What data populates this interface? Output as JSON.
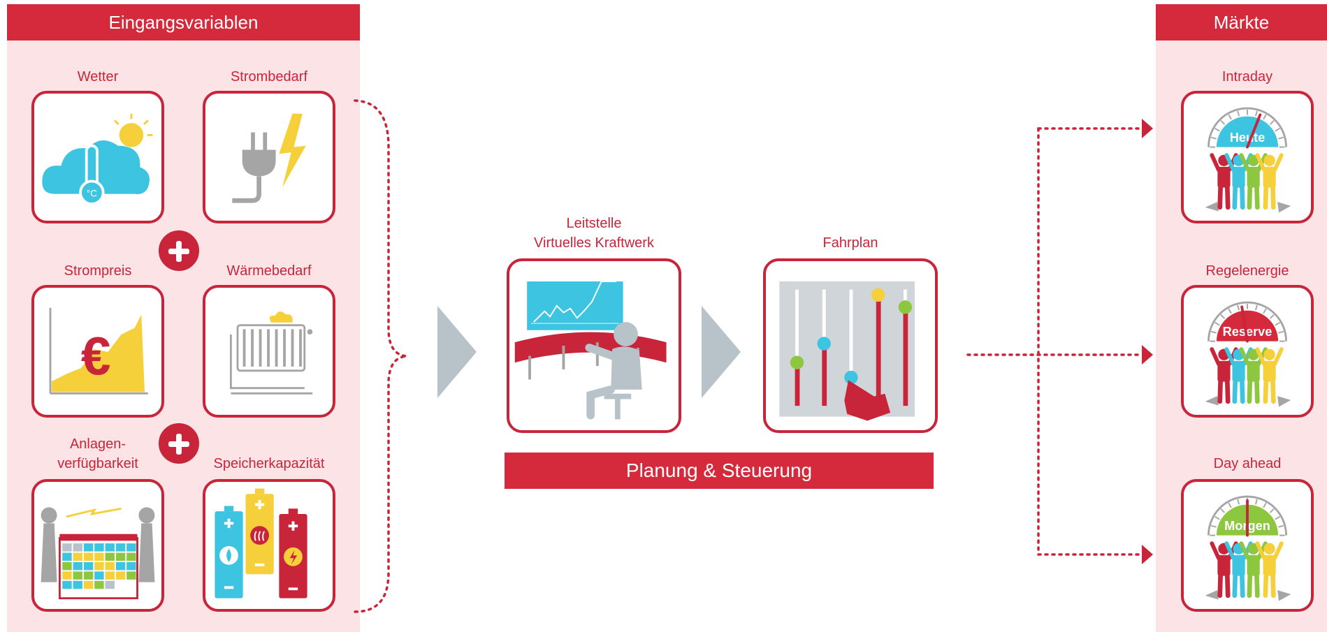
{
  "left_panel": {
    "title": "Eingangsvariablen",
    "tiles": [
      {
        "label": "Wetter",
        "icon": "weather-icon"
      },
      {
        "label": "Strombedarf",
        "icon": "power-plug-icon"
      },
      {
        "label": "Strompreis",
        "icon": "euro-price-chart-icon"
      },
      {
        "label": "Wärmebedarf",
        "icon": "radiator-icon"
      },
      {
        "label_line1": "Anlagen-",
        "label_line2": "verfügbarkeit",
        "icon": "power-lines-calendar-icon"
      },
      {
        "label": "Speicherkapazität",
        "icon": "battery-storage-icon"
      }
    ],
    "thermometer_unit": "°C",
    "euro_symbol": "€"
  },
  "center": {
    "control_label_line1": "Leitstelle",
    "control_label_line2": "Virtuelles Kraftwerk",
    "schedule_label": "Fahrplan",
    "banner": "Planung & Steuerung"
  },
  "right_panel": {
    "title": "Märkte",
    "markets": [
      {
        "label": "Intraday",
        "gauge_text": "Heute",
        "gauge_color": "#3cc4e0",
        "gauge_level": 0.62
      },
      {
        "label": "Regelenergie",
        "gauge_text": "Reserve",
        "gauge_color": "#d42a3c",
        "gauge_level": 0.45
      },
      {
        "label": "Day ahead",
        "gauge_text": "Morgen",
        "gauge_color": "#8dc63f",
        "gauge_level": 0.5
      }
    ]
  },
  "colors": {
    "brand_red": "#d42a3c",
    "panel_pink": "#fbe3e6",
    "cyan": "#3cc4e0",
    "yellow": "#f5d03a",
    "green": "#8dc63f",
    "grey": "#b8c2c9"
  }
}
